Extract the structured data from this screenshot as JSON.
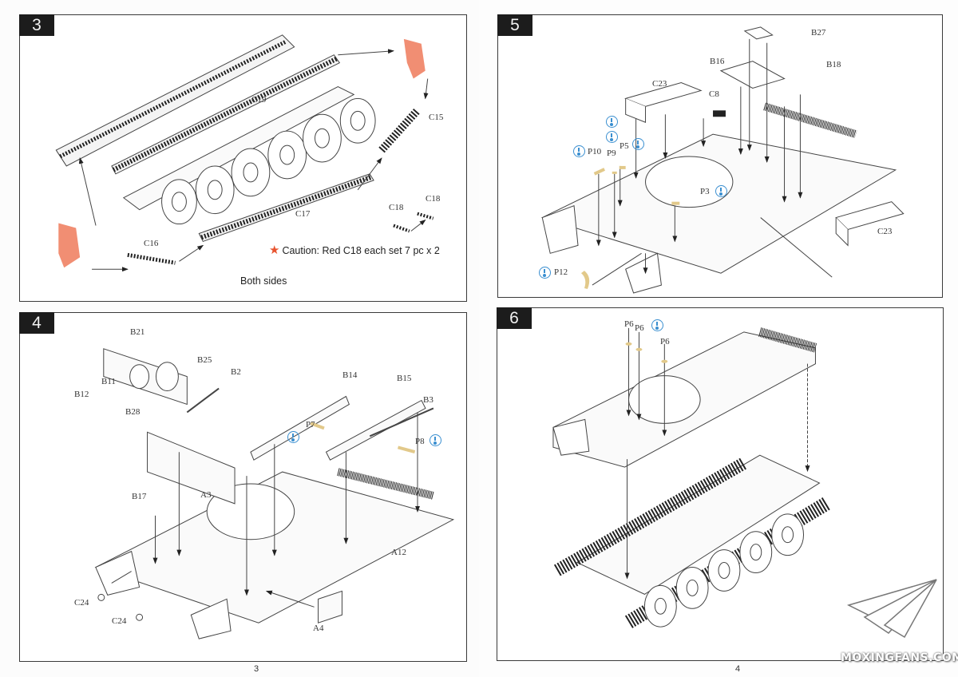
{
  "pages": [
    {
      "page_number": "3"
    },
    {
      "page_number": "4"
    }
  ],
  "steps": {
    "step3": {
      "number": "3",
      "labels": {
        "c19": "C19",
        "c15": "C15",
        "c17": "C17",
        "c16": "C16",
        "c18a": "C18",
        "c18b": "C18"
      },
      "caution": "Caution:  Red C18 each set 7 pc x 2",
      "caution_icon": "star-icon",
      "caution_color": "#e8542f",
      "note": "Both sides",
      "highlight_color": "#ef7a5a"
    },
    "step4": {
      "number": "4",
      "labels": {
        "b21": "B21",
        "b25": "B25",
        "b12": "B12",
        "b11": "B11",
        "b28": "B28",
        "b2": "B2",
        "b14": "B14",
        "b15": "B15",
        "b3": "B3",
        "p7": "P7",
        "p8": "P8",
        "a3": "A3",
        "b17": "B17",
        "a12": "A12",
        "c24a": "C24",
        "c24b": "C24",
        "a4": "A4"
      }
    },
    "step5": {
      "number": "5",
      "labels": {
        "b27": "B27",
        "b16": "B16",
        "b18": "B18",
        "c23a": "C23",
        "c8": "C8",
        "p10": "P10",
        "p9": "P9",
        "p5": "P5",
        "p3": "P3",
        "c23b": "C23",
        "p12": "P12"
      }
    },
    "step6": {
      "number": "6",
      "labels": {
        "p6a": "P6",
        "p6b": "P6",
        "p6c": "P6"
      }
    }
  },
  "icons": {
    "photo_etch_hint": "glue-drop-icon",
    "photo_etch_color": "#3a8fd0",
    "pe_part_color": "#e2c98a"
  },
  "watermark": {
    "text": "MOXINGFANS.COM",
    "icon": "paper-plane-icon"
  }
}
